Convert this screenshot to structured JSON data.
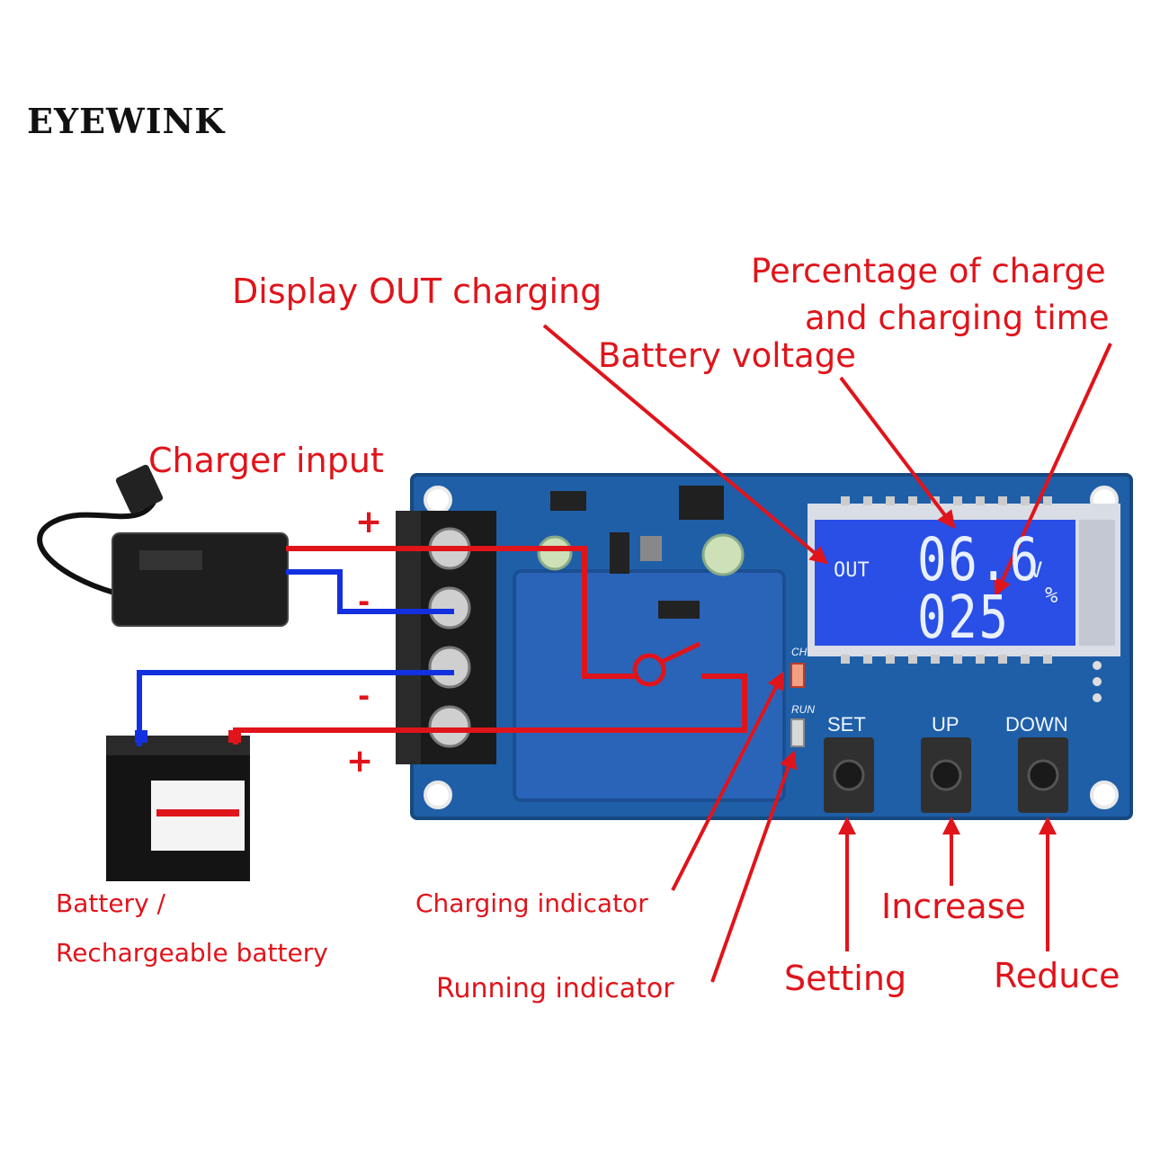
{
  "brand": "EYEWINK",
  "labels": {
    "display_out": "Display OUT charging",
    "battery_voltage": "Battery voltage",
    "percentage_line1": "Percentage of charge",
    "percentage_line2": "and charging time",
    "charger_input": "Charger input",
    "battery_line1": "Battery /",
    "battery_line2": "Rechargeable battery",
    "charging_indicator": "Charging indicator",
    "running_indicator": "Running indicator",
    "setting": "Setting",
    "increase": "Increase",
    "reduce": "Reduce"
  },
  "terminals": {
    "plus_top": "+",
    "minus_1": "-",
    "minus_2": "-",
    "plus_bottom": "+"
  },
  "lcd": {
    "out": "OUT",
    "voltage": "06.6",
    "voltage_unit": "V",
    "percent": "025",
    "percent_unit": "%"
  },
  "board": {
    "set": "SET",
    "up": "UP",
    "down": "DOWN",
    "ch": "CH",
    "run": "RUN"
  },
  "colors": {
    "accent": "#e0141b",
    "pcb": "#1f5fa8",
    "lcd": "#2a4fe6",
    "wire_blue": "#1330e0",
    "wire_red": "#e0141b"
  }
}
